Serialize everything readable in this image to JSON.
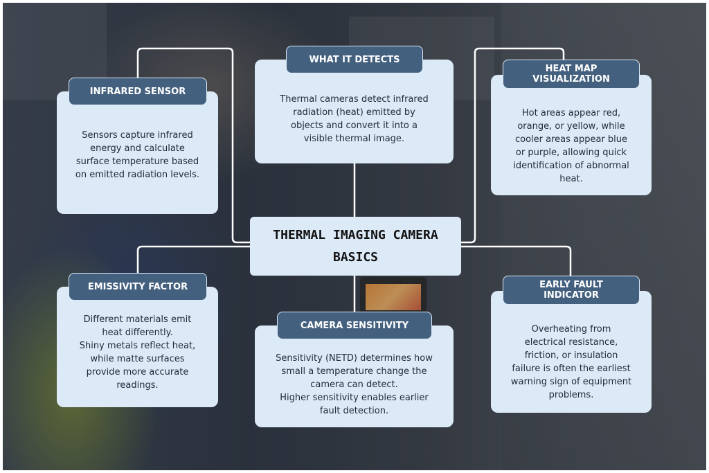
{
  "title": "THERMAL IMAGING CAMERA BASICS",
  "nodes": {
    "infrared_sensor": {
      "heading": "INFRARED SENSOR",
      "lines": [
        "Sensors capture infrared",
        "energy and calculate",
        "surface temperature based",
        "on emitted radiation levels."
      ]
    },
    "what_it_detects": {
      "heading": "WHAT IT DETECTS",
      "lines": [
        "Thermal cameras detect infrared",
        "radiation (heat) emitted by",
        "objects and convert it into a",
        "visible thermal image."
      ]
    },
    "heat_map": {
      "heading_lines": [
        "HEAT MAP",
        "VISUALIZATION"
      ],
      "lines": [
        "Hot areas appear red,",
        "orange, or yellow, while",
        "cooler areas appear blue",
        "or purple, allowing quick",
        "identification of abnormal",
        "heat."
      ]
    },
    "emissivity": {
      "heading": "EMISSIVITY FACTOR",
      "lines": [
        "Different materials emit",
        "heat differently.",
        "Shiny metals reflect heat,",
        "while matte surfaces",
        "provide more accurate",
        "readings."
      ]
    },
    "camera_sensitivity": {
      "heading": "CAMERA SENSITIVITY",
      "lines": [
        "Sensitivity (NETD) determines how",
        "small a temperature change the",
        "camera can detect.",
        "Higher sensitivity enables earlier",
        "fault detection."
      ]
    },
    "early_fault": {
      "heading_lines": [
        "EARLY FAULT",
        "INDICATOR"
      ],
      "lines": [
        "Overheating from",
        "electrical resistance,",
        "friction, or insulation",
        "failure is often the earliest",
        "warning sign of equipment",
        "problems."
      ]
    }
  },
  "colors": {
    "card_bg": "#dce9f6",
    "pill_bg": "#44607f",
    "connector": "#ffffff"
  }
}
